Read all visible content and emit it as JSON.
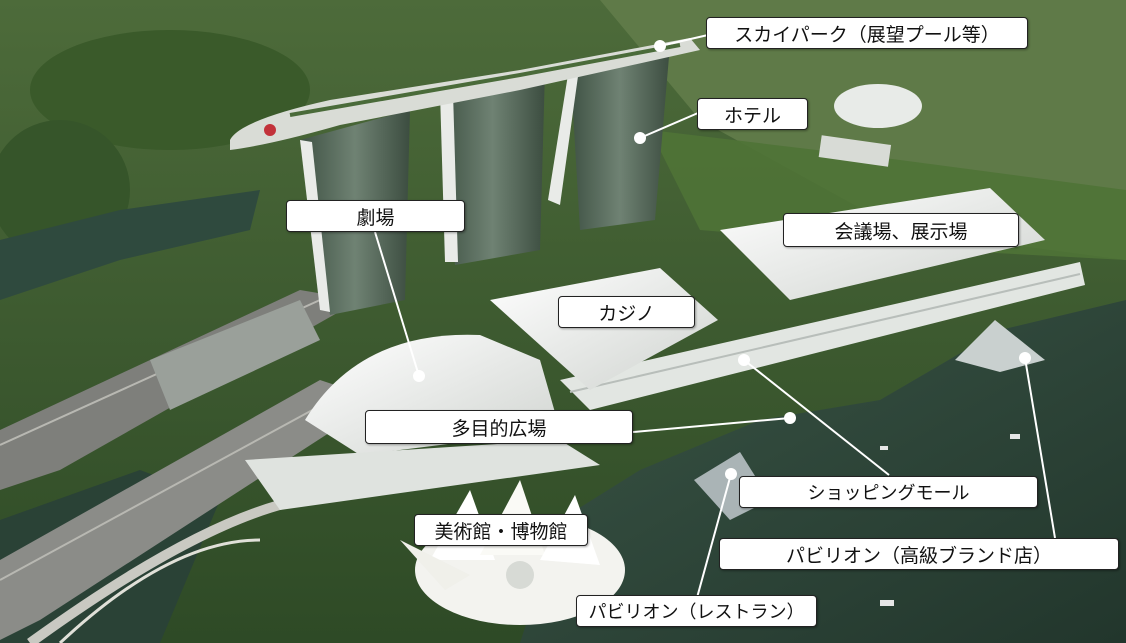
{
  "labels": {
    "skypark": "スカイパーク（展望プール等）",
    "hotel": "ホテル",
    "theater": "劇場",
    "convention": "会議場、展示場",
    "casino": "カジノ",
    "multipurpose": "多目的広場",
    "shopping": "ショッピングモール",
    "museum": "美術館・博物館",
    "pavilion_luxury": "パビリオン（高級ブランド店）",
    "pavilion_restaurant": "パビリオン（レストラン）"
  },
  "colors": {
    "water": "#2f4a3e",
    "greenery": "#3f6b2a",
    "roof": "#f2f2ee",
    "tower": "#5a6a5e",
    "road": "#8a8a86"
  }
}
